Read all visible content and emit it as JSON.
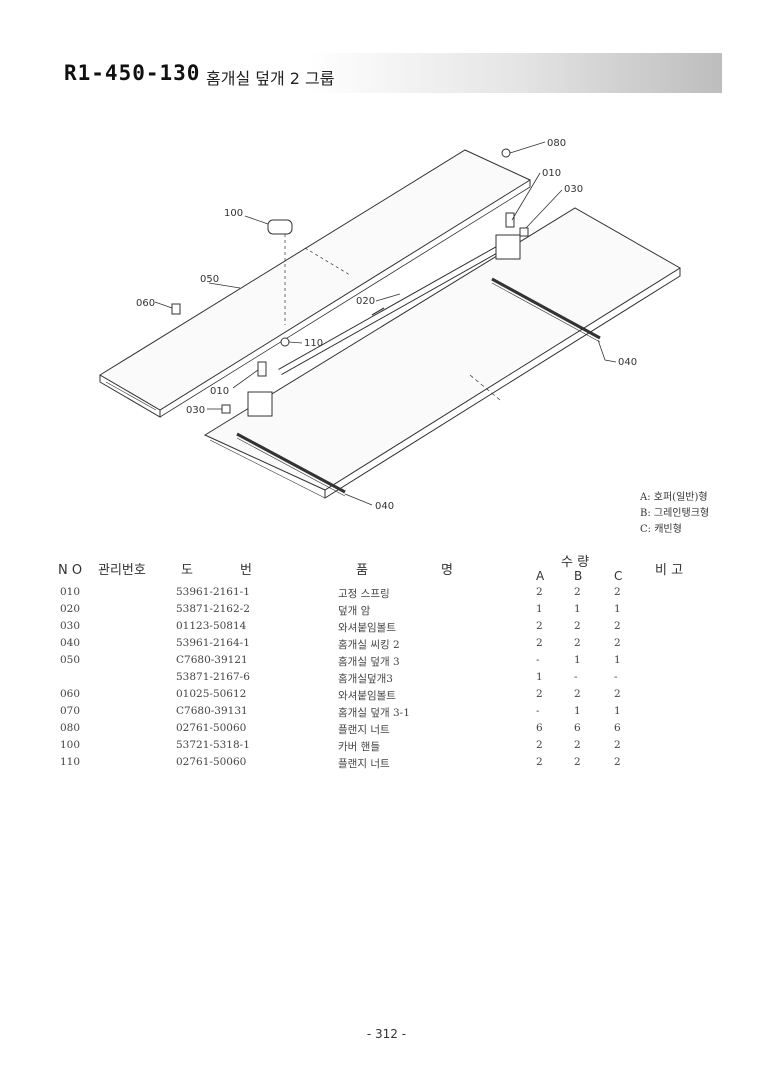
{
  "header": {
    "code": "R1-450-130",
    "title": "홈개실 덮개 2 그룹"
  },
  "callouts": {
    "c080": "080",
    "c010a": "010",
    "c030a": "030",
    "c100": "100",
    "c050": "050",
    "c060": "060",
    "c020": "020",
    "c110": "110",
    "c010b": "010",
    "c030b": "030",
    "c040a": "040",
    "c040b": "040"
  },
  "legend": {
    "a": "A: 호퍼(일반)형",
    "b": "B: 그레인탱크형",
    "c": "C: 캐빈형"
  },
  "table": {
    "headers": {
      "no": "N O",
      "mgmt": "관리번호",
      "dwg1": "도",
      "dwg2": "번",
      "name1": "품",
      "name2": "명",
      "qty": "수  량",
      "a": "A",
      "b": "B",
      "c": "C",
      "note": "비  고"
    },
    "rows": [
      {
        "no": "010",
        "dwg": "53961-2161-1",
        "name": "고정 스프링",
        "a": "2",
        "b": "2",
        "c": "2"
      },
      {
        "no": "020",
        "dwg": "53871-2162-2",
        "name": "덮개 암",
        "a": "1",
        "b": "1",
        "c": "1"
      },
      {
        "no": "030",
        "dwg": "01123-50814",
        "name": "와셔붙임볼트",
        "a": "2",
        "b": "2",
        "c": "2"
      },
      {
        "no": "040",
        "dwg": "53961-2164-1",
        "name": "홈개실 씨킹 2",
        "a": "2",
        "b": "2",
        "c": "2"
      },
      {
        "no": "050",
        "dwg": "C7680-39121",
        "name": "홈개실 덮개 3",
        "a": "-",
        "b": "1",
        "c": "1"
      },
      {
        "no": "",
        "dwg": "53871-2167-6",
        "name": "홈개실덮개3",
        "a": "1",
        "b": "-",
        "c": "-"
      },
      {
        "no": "060",
        "dwg": "01025-50612",
        "name": "와셔붙임볼트",
        "a": "2",
        "b": "2",
        "c": "2"
      },
      {
        "no": "070",
        "dwg": "C7680-39131",
        "name": "홈개실 덮개 3-1",
        "a": "-",
        "b": "1",
        "c": "1"
      },
      {
        "no": "080",
        "dwg": "02761-50060",
        "name": "플랜지 너트",
        "a": "6",
        "b": "6",
        "c": "6"
      },
      {
        "no": "100",
        "dwg": "53721-5318-1",
        "name": "카버 핸들",
        "a": "2",
        "b": "2",
        "c": "2"
      },
      {
        "no": "110",
        "dwg": "02761-50060",
        "name": "플랜지 너트",
        "a": "2",
        "b": "2",
        "c": "2"
      }
    ]
  },
  "page_number": "- 312 -"
}
